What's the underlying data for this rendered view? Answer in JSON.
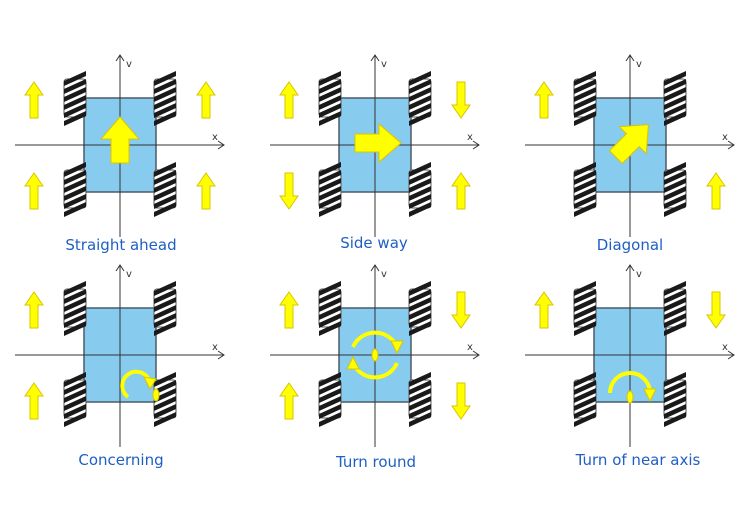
{
  "colors": {
    "body": "#87cbef",
    "body_stroke": "#4c5a68",
    "arrow": "#ffff00",
    "arrow_stroke": "#d9c400",
    "axis": "#333333",
    "caption": "#1f5fc4",
    "wheel": "#1a1a1a"
  },
  "axis_labels": {
    "x": "x",
    "y": "v"
  },
  "panels": [
    {
      "id": "straight-ahead",
      "caption": "Straight ahead",
      "side_arrows": {
        "top_left": "up",
        "top_right": "up",
        "bottom_left": "up",
        "bottom_right": "up"
      },
      "center": {
        "kind": "arrow",
        "direction": "up"
      }
    },
    {
      "id": "side-way",
      "caption": "Side way",
      "side_arrows": {
        "top_left": "up",
        "top_right": "down",
        "bottom_left": "down",
        "bottom_right": "up"
      },
      "center": {
        "kind": "arrow",
        "direction": "right"
      }
    },
    {
      "id": "diagonal",
      "caption": "Diagonal",
      "side_arrows": {
        "top_left": "up",
        "top_right": "none",
        "bottom_left": "none",
        "bottom_right": "up"
      },
      "center": {
        "kind": "arrow",
        "direction": "up-right"
      }
    },
    {
      "id": "concerning",
      "caption": "Concerning",
      "side_arrows": {
        "top_left": "up",
        "top_right": "none",
        "bottom_left": "up",
        "bottom_right": "none"
      },
      "center": {
        "kind": "curl",
        "position": "bottom-right"
      }
    },
    {
      "id": "turn-round",
      "caption": "Turn round",
      "side_arrows": {
        "top_left": "up",
        "top_right": "down",
        "bottom_left": "up",
        "bottom_right": "down"
      },
      "center": {
        "kind": "rotate",
        "position": "center"
      }
    },
    {
      "id": "turn-near-axis",
      "caption": "Turn of near axis",
      "side_arrows": {
        "top_left": "up",
        "top_right": "down",
        "bottom_left": "none",
        "bottom_right": "none"
      },
      "center": {
        "kind": "half-rotate",
        "position": "bottom-center"
      }
    }
  ]
}
